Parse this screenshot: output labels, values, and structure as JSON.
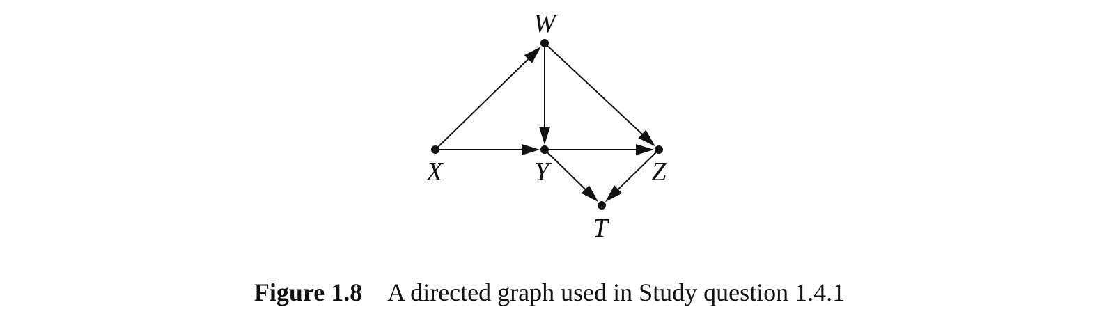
{
  "figure": {
    "caption_label": "Figure 1.8",
    "caption_text": "A directed graph used in Study question 1.4.1"
  },
  "graph": {
    "nodes": [
      {
        "id": "W",
        "label": "W"
      },
      {
        "id": "X",
        "label": "X"
      },
      {
        "id": "Y",
        "label": "Y"
      },
      {
        "id": "Z",
        "label": "Z"
      },
      {
        "id": "T",
        "label": "T"
      }
    ],
    "edges": [
      {
        "from": "X",
        "to": "W"
      },
      {
        "from": "W",
        "to": "Y"
      },
      {
        "from": "W",
        "to": "Z"
      },
      {
        "from": "X",
        "to": "Y"
      },
      {
        "from": "Y",
        "to": "Z"
      },
      {
        "from": "Y",
        "to": "T"
      },
      {
        "from": "Z",
        "to": "T"
      }
    ]
  },
  "colors": {
    "ink": "#111111",
    "background": "#ffffff"
  }
}
